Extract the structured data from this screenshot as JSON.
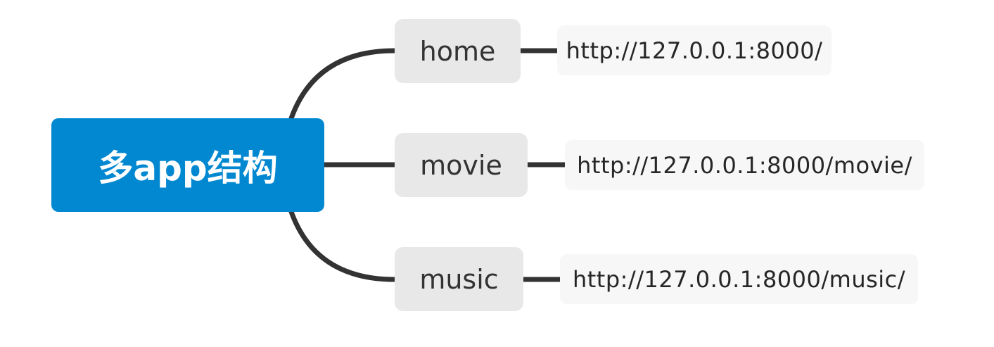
{
  "root": {
    "label": "多app结构"
  },
  "branches": [
    {
      "label": "home",
      "url": "http://127.0.0.1:8000/"
    },
    {
      "label": "movie",
      "url": "http://127.0.0.1:8000/movie/"
    },
    {
      "label": "music",
      "url": "http://127.0.0.1:8000/music/"
    }
  ],
  "colors": {
    "root_fill": "#0288d1",
    "root_text": "#ffffff",
    "branch_fill": "#e8e8e8",
    "url_fill": "#f7f7f7",
    "connector": "#333333"
  }
}
